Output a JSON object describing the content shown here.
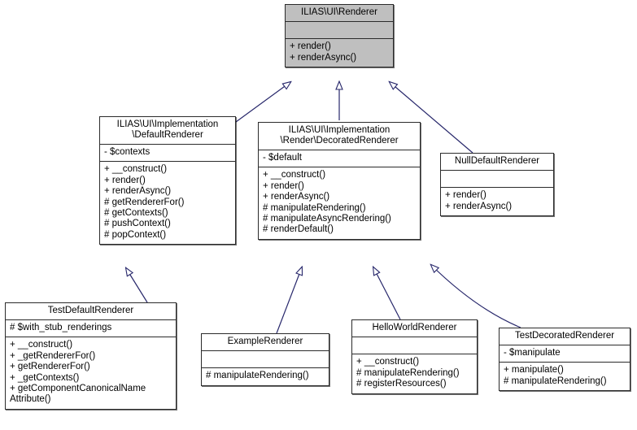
{
  "diagram": {
    "type": "uml-class-diagram",
    "title": "ILIAS UI Renderer inheritance graph",
    "background": "#ffffff",
    "edge_color": "#27276b",
    "node_border_color": "#2b2b2b",
    "highlight_fill": "#bfbfbf",
    "relationship": "generalization"
  },
  "nodes": [
    {
      "id": "renderer",
      "name": "ILIAS\\UI\\Renderer",
      "title_lines": "ILIAS\\UI\\Renderer",
      "highlighted": true,
      "attributes": [],
      "operations": [
        "+ render()",
        "+ renderAsync()"
      ]
    },
    {
      "id": "default-renderer",
      "name": "ILIAS\\UI\\Implementation\\DefaultRenderer",
      "title_lines": "ILIAS\\UI\\Implementation\n\\DefaultRenderer",
      "highlighted": false,
      "attributes": [
        "- $contexts"
      ],
      "operations": [
        "+ __construct()",
        "+ render()",
        "+ renderAsync()",
        "# getRendererFor()",
        "# getContexts()",
        "# pushContext()",
        "# popContext()"
      ]
    },
    {
      "id": "decorated-renderer",
      "name": "ILIAS\\UI\\Implementation\\Render\\DecoratedRenderer",
      "title_lines": "ILIAS\\UI\\Implementation\n\\Render\\DecoratedRenderer",
      "highlighted": false,
      "attributes": [
        "- $default"
      ],
      "operations": [
        "+ __construct()",
        "+ render()",
        "+ renderAsync()",
        "# manipulateRendering()",
        "# manipulateAsyncRendering()",
        "# renderDefault()"
      ]
    },
    {
      "id": "null-default-renderer",
      "name": "NullDefaultRenderer",
      "title_lines": "NullDefaultRenderer",
      "highlighted": false,
      "attributes": [],
      "operations": [
        "+ render()",
        "+ renderAsync()"
      ]
    },
    {
      "id": "test-default-renderer",
      "name": "TestDefaultRenderer",
      "title_lines": "TestDefaultRenderer",
      "highlighted": false,
      "attributes": [
        "# $with_stub_renderings"
      ],
      "operations": [
        "+ __construct()",
        "+ _getRendererFor()",
        "+ getRendererFor()",
        "+ _getContexts()",
        "+ getComponentCanonicalName\nAttribute()"
      ]
    },
    {
      "id": "example-renderer",
      "name": "ExampleRenderer",
      "title_lines": "ExampleRenderer",
      "highlighted": false,
      "attributes": [],
      "operations": [
        "# manipulateRendering()"
      ]
    },
    {
      "id": "hello-world-renderer",
      "name": "HelloWorldRenderer",
      "title_lines": "HelloWorldRenderer",
      "highlighted": false,
      "attributes": [],
      "operations": [
        "+ __construct()",
        "# manipulateRendering()",
        "# registerResources()"
      ]
    },
    {
      "id": "test-decorated-renderer",
      "name": "TestDecoratedRenderer",
      "title_lines": "TestDecoratedRenderer",
      "highlighted": false,
      "attributes": [
        "- $manipulate"
      ],
      "operations": [
        "+ manipulate()",
        "# manipulateRendering()"
      ]
    }
  ],
  "edges": [
    {
      "from": "default-renderer",
      "to": "renderer",
      "kind": "generalization"
    },
    {
      "from": "decorated-renderer",
      "to": "renderer",
      "kind": "generalization"
    },
    {
      "from": "null-default-renderer",
      "to": "renderer",
      "kind": "generalization"
    },
    {
      "from": "test-default-renderer",
      "to": "default-renderer",
      "kind": "generalization"
    },
    {
      "from": "example-renderer",
      "to": "decorated-renderer",
      "kind": "generalization"
    },
    {
      "from": "hello-world-renderer",
      "to": "decorated-renderer",
      "kind": "generalization"
    },
    {
      "from": "test-decorated-renderer",
      "to": "decorated-renderer",
      "kind": "generalization"
    }
  ]
}
